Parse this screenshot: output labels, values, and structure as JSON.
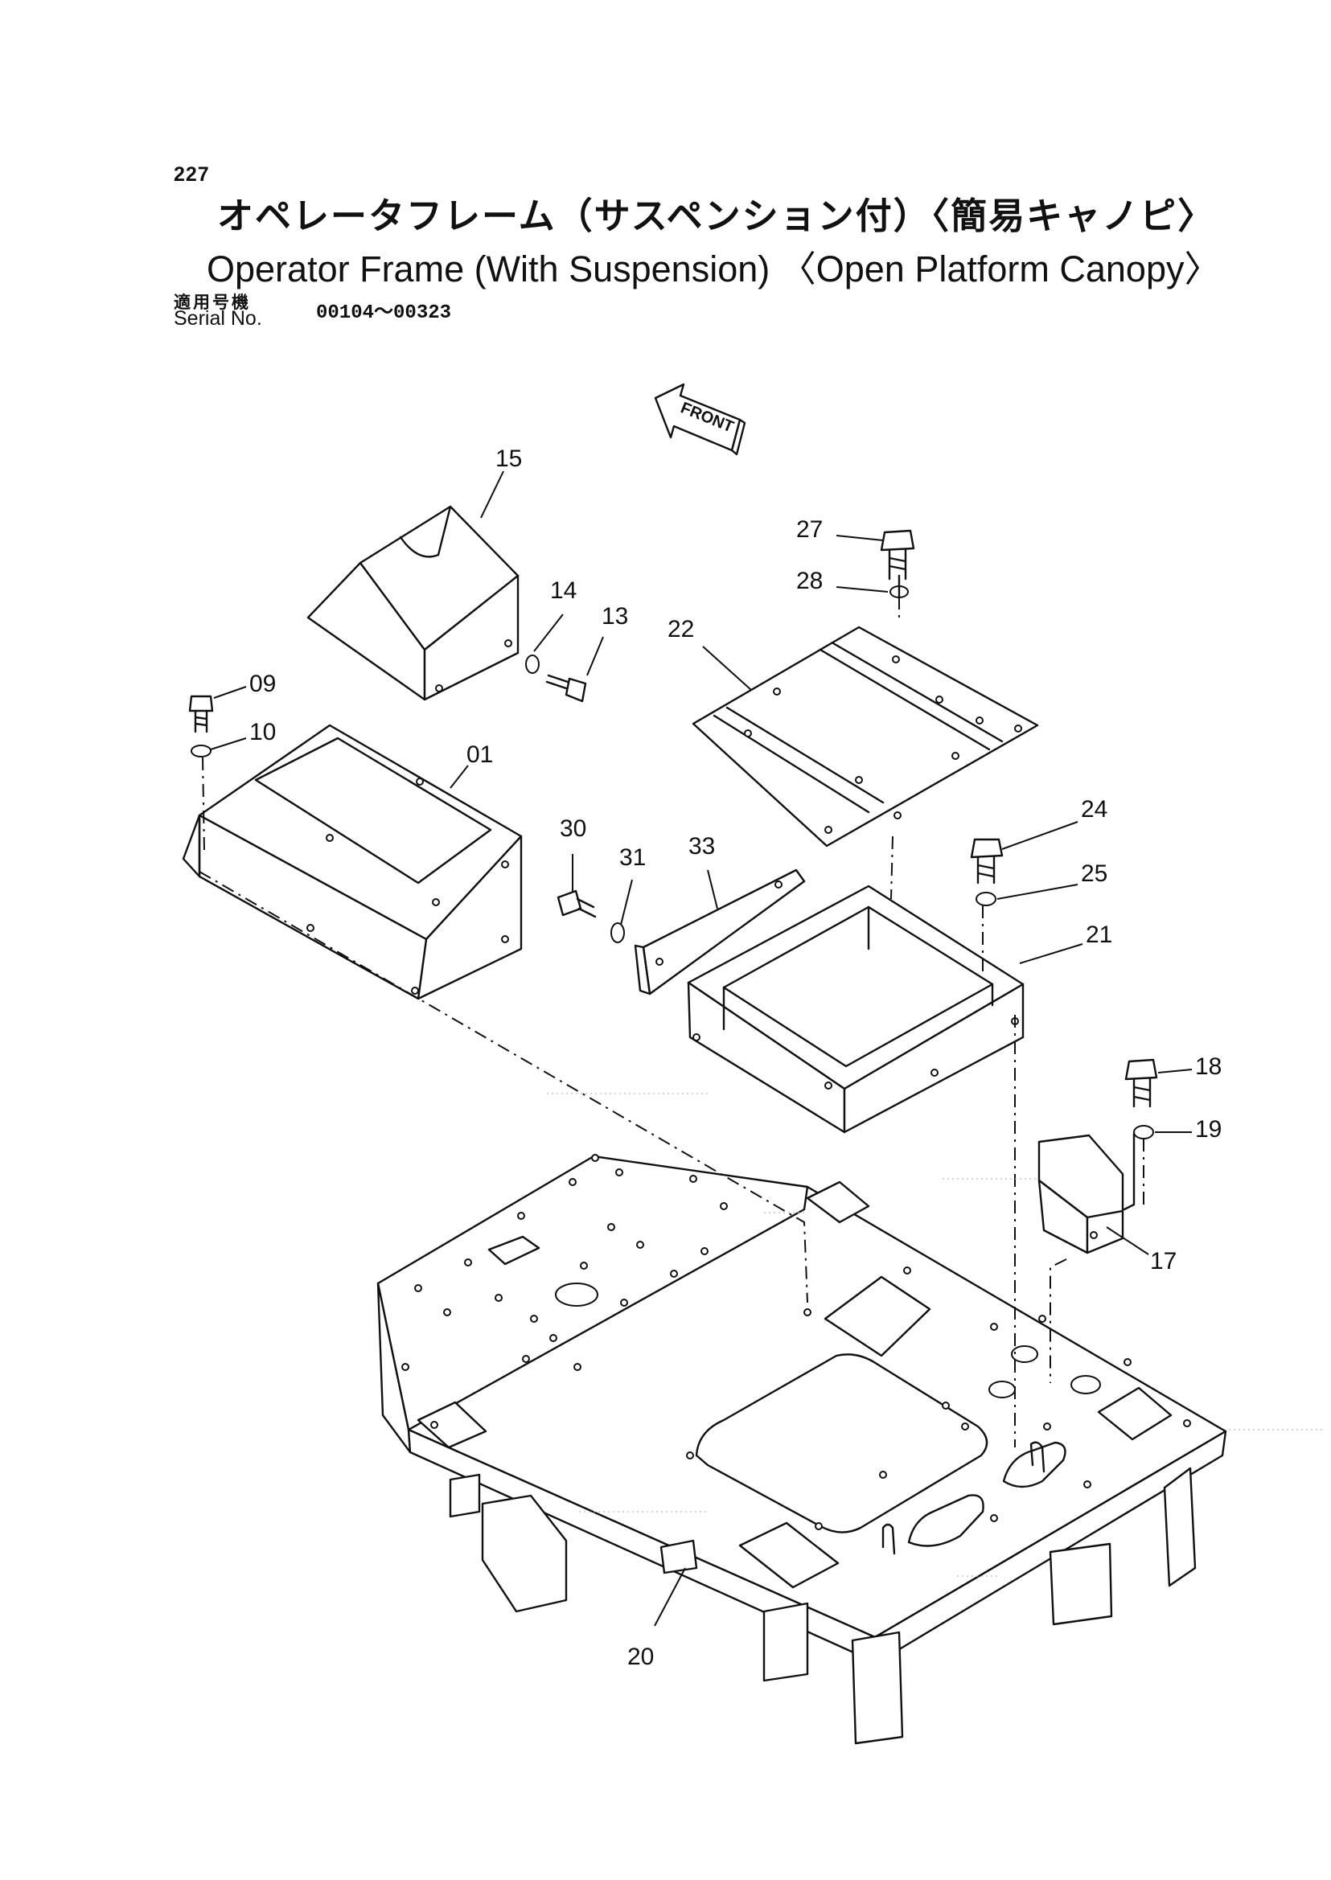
{
  "header": {
    "page_number": "227",
    "title_jp": "オペレータフレーム（サスペンション付）〈簡易キャノピ〉",
    "title_en": "Operator Frame (With Suspension) 〈Open Platform Canopy〉",
    "serial_label_jp": "適用号機",
    "serial_label_en": "Serial No.",
    "serial_range": "00104～00323"
  },
  "diagram": {
    "front_label": "FRONT",
    "callouts": {
      "p01": "01",
      "p09": "09",
      "p10": "10",
      "p13": "13",
      "p14": "14",
      "p15": "15",
      "p17": "17",
      "p18": "18",
      "p19": "19",
      "p20": "20",
      "p21": "21",
      "p22": "22",
      "p24": "24",
      "p25": "25",
      "p27": "27",
      "p28": "28",
      "p30": "30",
      "p31": "31",
      "p33": "33"
    }
  }
}
